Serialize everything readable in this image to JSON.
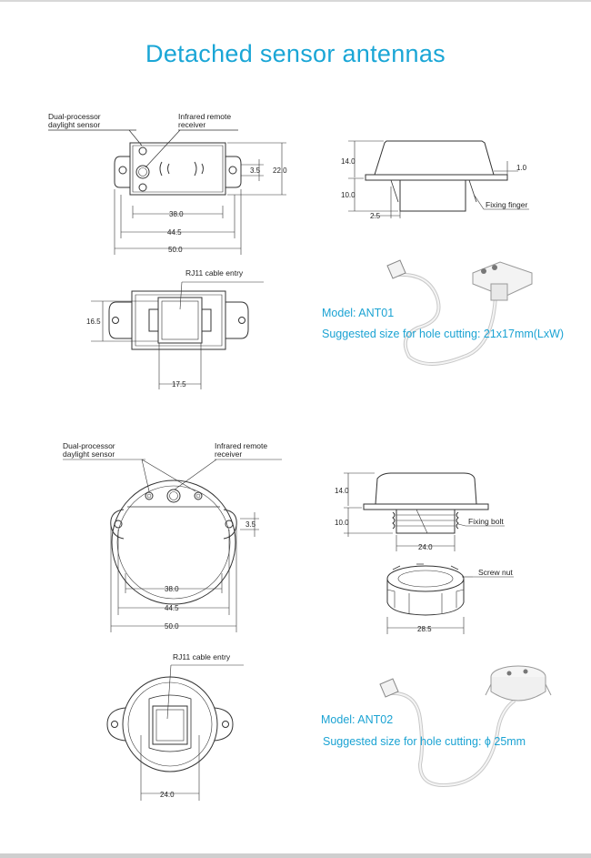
{
  "title": "Detached sensor antennas",
  "colors": {
    "accent": "#1aa6d6",
    "line": "#333333"
  },
  "ant01": {
    "labels": {
      "daylight_sensor": [
        "Dual-processor",
        "daylight sensor"
      ],
      "ir_receiver": [
        "Infrared remote",
        "receiver"
      ],
      "rj11": "RJ11 cable entry",
      "fixing": "Fixing finger"
    },
    "dims": {
      "w38": "38.0",
      "w445": "44.5",
      "w50": "50.0",
      "h35": "3.5",
      "h22": "22.0",
      "side14": "14.0",
      "side10": "10.0",
      "side25": "2.5",
      "side1": "1.0",
      "back165": "16.5",
      "back175": "17.5"
    },
    "model": "Model: ANT01",
    "hole": "Suggested size for hole cutting: 21x17mm(LxW)"
  },
  "ant02": {
    "labels": {
      "daylight_sensor": [
        "Dual-processor",
        "daylight sensor"
      ],
      "ir_receiver": [
        "Infrared remote",
        "receiver"
      ],
      "rj11": "RJ11 cable entry",
      "bolt": "Fixing bolt",
      "nut": "Screw nut"
    },
    "dims": {
      "h35": "3.5",
      "w38": "38.0",
      "w445": "44.5",
      "w50": "50.0",
      "side14": "14.0",
      "side10": "10.0",
      "side24": "24.0",
      "nut285": "28.5",
      "back24": "24.0"
    },
    "model": "Model: ANT02",
    "hole": "Suggested size for hole cutting:  ϕ 25mm"
  }
}
